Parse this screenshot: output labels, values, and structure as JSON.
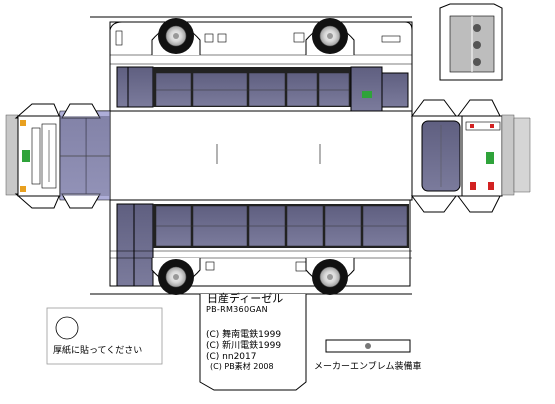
{
  "model": {
    "name": "日産ディーゼル",
    "code": "PB-RM360GAN"
  },
  "credits": [
    "(C) 舞南電鉄1999",
    "(C) 新川電鉄1999",
    "(C) nn2017",
    "(C) PB素材 2008"
  ],
  "notes": {
    "glue": "厚紙に貼ってください",
    "emblem": "メーカーエンブレム装備車"
  },
  "colors": {
    "window": "#6b6b8c",
    "roof_shade": "#aeaed8",
    "body": "#ffffff",
    "tire": "#111111",
    "lamp_red": "#d22222",
    "lamp_orange": "#e8a020",
    "destination_green": "#2fa33a"
  }
}
